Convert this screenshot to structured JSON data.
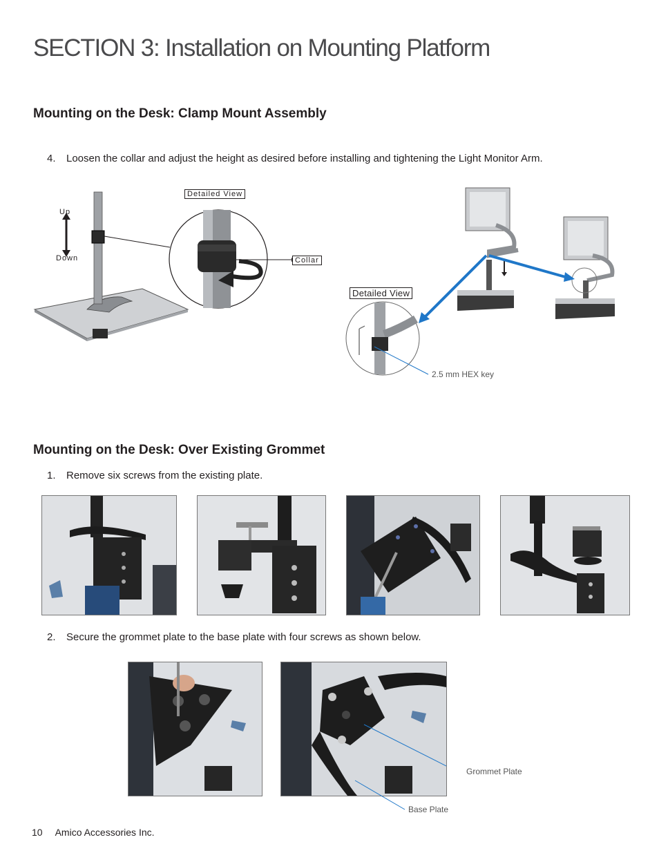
{
  "header": {
    "title": "SECTION 3: Installation on Mounting Platform"
  },
  "clamp_section": {
    "heading": "Mounting on the Desk: Clamp Mount Assembly",
    "step_number": "4.",
    "step_text": "Loosen the collar and adjust the height as desired before installing and tightening the Light Monitor Arm.",
    "labels": {
      "detailed_view_left": "Detailed  View",
      "up": "Up",
      "down": "Down",
      "collar": "Collar",
      "detailed_view_right": "Detailed View",
      "hex_key": "2.5 mm HEX key"
    }
  },
  "grommet_section": {
    "heading": "Mounting on the Desk: Over Existing Grommet",
    "step1_number": "1.",
    "step1_text": "Remove six screws from the existing plate.",
    "step2_number": "2.",
    "step2_text": "Secure the grommet plate to the base plate with four screws as shown below.",
    "labels": {
      "grommet_plate": "Grommet Plate",
      "base_plate": "Base Plate"
    }
  },
  "footer": {
    "page_number": "10",
    "company": "Amico Accessories Inc."
  },
  "colors": {
    "accent_blue": "#1f77c8",
    "title_gray": "#4a4a4c"
  }
}
